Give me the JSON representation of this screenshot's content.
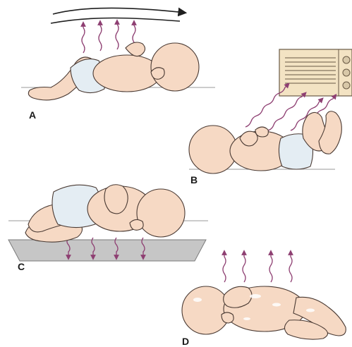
{
  "panels": {
    "a": {
      "label": "A"
    },
    "b": {
      "label": "B"
    },
    "c": {
      "label": "C"
    },
    "d": {
      "label": "D"
    }
  },
  "colors": {
    "skin": "#f6d9c4",
    "skin_shadow": "#e9bea3",
    "outline": "#4a3a33",
    "diaper": "#e4edf3",
    "wave": "#8e3f72",
    "flow_arrow": "#1f1f1f",
    "surface_gray": "#c6c6c6",
    "heater": "#f3e3c3"
  },
  "icons": [
    "air-flow-arrow",
    "heat-wave-arrow",
    "heater-unit",
    "cold-surface"
  ]
}
